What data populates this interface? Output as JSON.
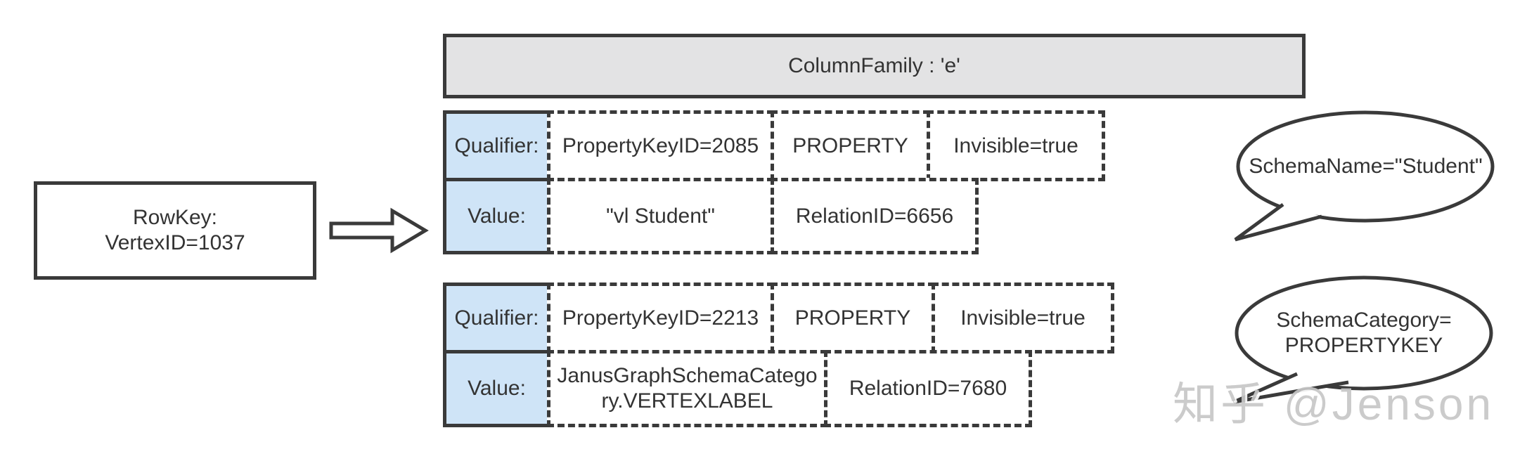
{
  "diagram_title_semantics": "JanusGraph vertex-label schema row storage layout",
  "colors": {
    "border": "#3a3a3a",
    "cell_blue": "#cfe4f7",
    "header_gray": "#e3e3e4",
    "text": "#333333",
    "watermark_gray": "#c7c7c7"
  },
  "rowkey": {
    "line1": "RowKey:",
    "line2": "VertexID=1037"
  },
  "column_family": {
    "title": "ColumnFamily : 'e'"
  },
  "groups": [
    {
      "qualifier_label": "Qualifier:",
      "qualifier_cells": [
        "PropertyKeyID=2085",
        "PROPERTY",
        "Invisible=true"
      ],
      "value_label": "Value:",
      "value_cells": [
        "\"vl Student\"",
        "RelationID=6656"
      ]
    },
    {
      "qualifier_label": "Qualifier:",
      "qualifier_cells": [
        "PropertyKeyID=2213",
        "PROPERTY",
        "Invisible=true"
      ],
      "value_label": "Value:",
      "value_cells": [
        "JanusGraphSchemaCategory.VERTEXLABEL",
        "RelationID=7680"
      ]
    }
  ],
  "callouts": [
    {
      "lines": [
        "SchemaName=\"Student\""
      ]
    },
    {
      "lines": [
        "SchemaCategory=",
        "PROPERTYKEY"
      ]
    }
  ],
  "watermark": "知乎 @Jenson"
}
